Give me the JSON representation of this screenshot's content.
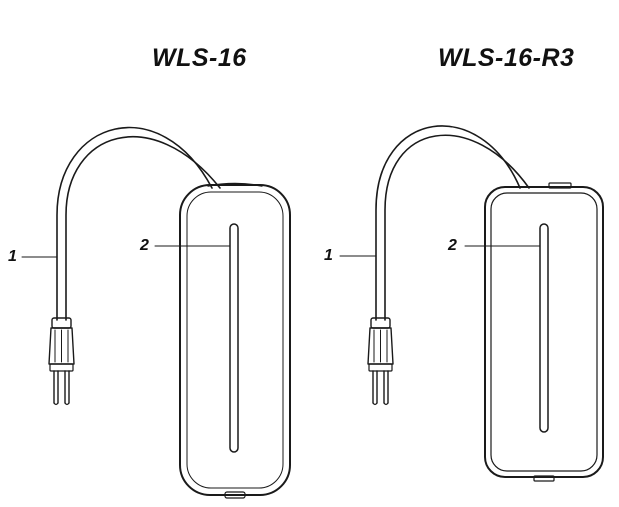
{
  "devices": [
    {
      "title": "WLS-16",
      "callouts": {
        "cable": "1",
        "sensor_strip": "2"
      }
    },
    {
      "title": "WLS-16-R3",
      "callouts": {
        "cable": "1",
        "sensor_strip": "2"
      }
    }
  ],
  "colors": {
    "line": "#1a1a1a",
    "background": "#ffffff"
  }
}
